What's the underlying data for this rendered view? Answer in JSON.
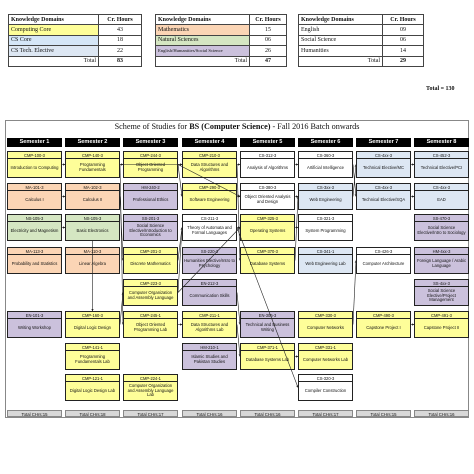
{
  "summary": {
    "table1": {
      "header": {
        "domain": "Knowledge Domains",
        "hours": "Cr. Hours"
      },
      "rows": [
        {
          "domain": "Computing Core",
          "hours": "43",
          "color": "#fefe99"
        },
        {
          "domain": "CS Core",
          "hours": "18",
          "color": "#ffffff"
        },
        {
          "domain": "CS Tech. Elective",
          "hours": "22",
          "color": "#dde7f3"
        }
      ],
      "total": {
        "label": "Total",
        "hours": "83"
      }
    },
    "table2": {
      "header": {
        "domain": "Knowledge Domains",
        "hours": "Cr. Hours"
      },
      "rows": [
        {
          "domain": "Mathematics",
          "hours": "15",
          "color": "#fbd5b5"
        },
        {
          "domain": "Natural Sciences",
          "hours": "06",
          "color": "#d5e6c2"
        },
        {
          "domain": "English/Humanities/Social Science",
          "hours": "26",
          "color": "#cbc1dc"
        }
      ],
      "total": {
        "label": "Total",
        "hours": "47"
      }
    },
    "table3": {
      "header": {
        "domain": "Knowledge Domains",
        "hours": "Cr. Hours"
      },
      "rows": [
        {
          "domain": "English",
          "hours": "09"
        },
        {
          "domain": "Social Science",
          "hours": "06"
        },
        {
          "domain": "Humanities",
          "hours": "14"
        }
      ],
      "total": {
        "label": "Total",
        "hours": "29"
      }
    },
    "grand_total": "Total = 130"
  },
  "scheme": {
    "title_prefix": "Scheme of Studies for ",
    "title_bold": "BS (Computer Science)",
    "title_suffix": " - Fall 2016 Batch onwards",
    "semesters": [
      "Semester 1",
      "Semester 2",
      "Semester 3",
      "Semester 4",
      "Semester 5",
      "Semester 6",
      "Semester 7",
      "Semester 8"
    ],
    "totals": [
      "Total CHrs:15",
      "Total CHrs:18",
      "Total CHrs:17",
      "Total CHrs:16",
      "Total CHrs:16",
      "Total CHrs:17",
      "Total CHrs:15",
      "Total CHrs:16"
    ],
    "courses": [
      [
        {
          "code": "CMP-100-3",
          "name": "Introduction to Computing",
          "type": "computing"
        },
        {
          "code": "MA-101-3",
          "name": "Calculus I",
          "type": "math"
        },
        {
          "code": "NS-105-3",
          "name": "Electricity and Magnetism",
          "type": "natural"
        },
        {
          "code": "MA-113-3",
          "name": "Probability and Statistics",
          "type": "math"
        },
        {
          "code": "EN-101-3",
          "name": "Writing Workshop",
          "type": "humanities"
        }
      ],
      [
        {
          "code": "CMP-140-3",
          "name": "Programming Fundamentals",
          "type": "computing"
        },
        {
          "code": "MA-102-3",
          "name": "Calculus II",
          "type": "math"
        },
        {
          "code": "NS-105-3",
          "name": "Basic Electronics",
          "type": "natural"
        },
        {
          "code": "MA-110-3",
          "name": "Linear Algebra",
          "type": "math"
        },
        {
          "code": "CMP-160-3",
          "name": "Digital Logic Design",
          "type": "computing"
        },
        {
          "code": "CMP-141-1",
          "name": "Programming Fundamentals Lab",
          "type": "computing"
        },
        {
          "code": "CMP-121-1",
          "name": "Digital Logic Design Lab",
          "type": "computing"
        }
      ],
      [
        {
          "code": "CMP-244-3",
          "name": "Object Oriented Programming",
          "type": "computing"
        },
        {
          "code": "HM-240-2",
          "name": "Professional Ethics",
          "type": "humanities"
        },
        {
          "code": "SS-201-3",
          "name": "Social Science Elective/Introduction to Economics",
          "type": "humanities"
        },
        {
          "code": "CMP-201-3",
          "name": "Discrete Mathematics",
          "type": "computing"
        },
        {
          "code": "CMP-223-3",
          "name": "Computer Organization and Assembly Language",
          "type": "computing"
        },
        {
          "code": "CMP-245-1",
          "name": "Object Oriented Programming Lab",
          "type": "computing"
        },
        {
          "code": "CMP-224-1",
          "name": "Computer Organization and Assembly Language Lab",
          "type": "computing"
        }
      ],
      [
        {
          "code": "CMP-210-3",
          "name": "Data Structures and Algorithms",
          "type": "computing"
        },
        {
          "code": "CMP-290-3",
          "name": "Software Engineering",
          "type": "computing"
        },
        {
          "code": "CS-211-3",
          "name": "Theory of Automata and Formal Languages",
          "type": "core"
        },
        {
          "code": "SS-220-3",
          "name": "Humanities Elective/Intro to Psychology",
          "type": "humanities"
        },
        {
          "code": "EN-212-3",
          "name": "Communication Skills",
          "type": "humanities"
        },
        {
          "code": "CMP-211-1",
          "name": "Data Structures and Algorithms Lab",
          "type": "computing"
        },
        {
          "code": "HM-210-1",
          "name": "Islamic Studies and Pakistan Studies",
          "type": "humanities"
        }
      ],
      [
        {
          "code": "CS-312-3",
          "name": "Analysis of Algorithms",
          "type": "core"
        },
        {
          "code": "CS-380-3",
          "name": "Object Oriented Analysis and Design",
          "type": "core"
        },
        {
          "code": "CMP-325-3",
          "name": "Operating Systems",
          "type": "computing"
        },
        {
          "code": "CMP-370-3",
          "name": "Database Systems",
          "type": "computing"
        },
        {
          "code": "EN-305-3",
          "name": "Technical and Business Writing",
          "type": "humanities"
        },
        {
          "code": "CMP-371-1",
          "name": "Database Systems Lab",
          "type": "computing"
        }
      ],
      [
        {
          "code": "CS-360-3",
          "name": "Artificial Intelligence",
          "type": "core"
        },
        {
          "code": "CS-3xx-3",
          "name": "Web Engineering",
          "type": "elective"
        },
        {
          "code": "CS-321-3",
          "name": "System Programming",
          "type": "core"
        },
        {
          "code": "CS-341-1",
          "name": "Web Engineering Lab",
          "type": "elective"
        },
        {
          "code": "CMP-330-3",
          "name": "Computer Networks",
          "type": "computing"
        },
        {
          "code": "CMP-331-1",
          "name": "Computer Networks Lab",
          "type": "computing"
        },
        {
          "code": "CS-320-3",
          "name": "Compiler Construction",
          "type": "core"
        }
      ],
      [
        {
          "code": "CS-4xx-3",
          "name": "Technical Elective/MC",
          "type": "elective"
        },
        {
          "code": "CS-4xx-3",
          "name": "Technical Elective/SQA",
          "type": "elective"
        },
        {
          "code": "CS-426-3",
          "name": "Computer Architecture",
          "type": "core"
        },
        {
          "code": "CMP-490-3",
          "name": "Capstone Project I",
          "type": "computing"
        }
      ],
      [
        {
          "code": "CS-452-3",
          "name": "Technical Elective/PCI",
          "type": "elective"
        },
        {
          "code": "CS-4xx-3",
          "name": "EAD",
          "type": "elective"
        },
        {
          "code": "SS-470-3",
          "name": "Social Science Elective/Intro to Sociology",
          "type": "humanities"
        },
        {
          "code": "HM-4xx-3",
          "name": "Foreign Language / Arabic Language",
          "type": "humanities"
        },
        {
          "code": "SS-4xx-3",
          "name": "Social Science Elective/Project Management",
          "type": "humanities"
        },
        {
          "code": "CMP-491-3",
          "name": "Capstone Project II",
          "type": "computing"
        }
      ]
    ]
  }
}
